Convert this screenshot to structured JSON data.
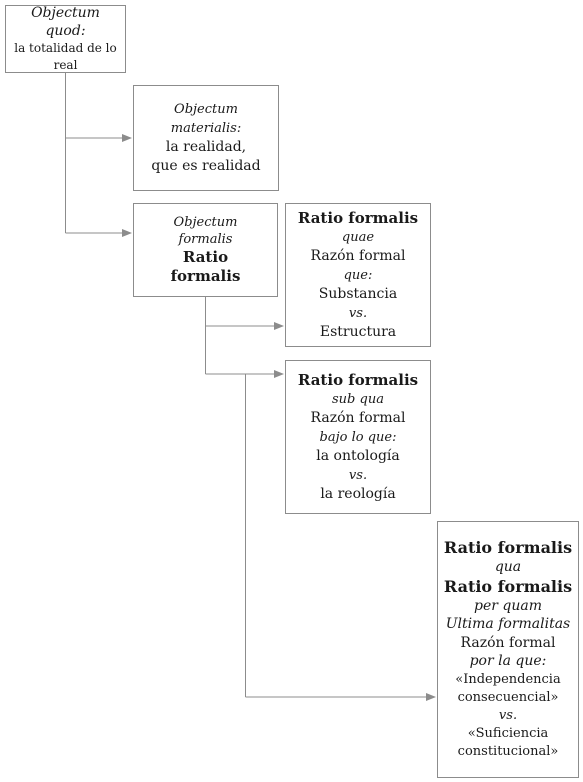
{
  "box1": {
    "title": "Objectum quod:",
    "line1": "la totalidad de lo",
    "line2": "real"
  },
  "box2": {
    "title1": "Objectum",
    "title2": "materialis:",
    "line1": "la realidad,",
    "line2": "que es realidad"
  },
  "box3": {
    "title1": "Objectum",
    "title2": "formalis",
    "bold1": "Ratio",
    "bold2": "formalis"
  },
  "box4": {
    "bold": "Ratio formalis",
    "sub": "quae",
    "line1": "Razón formal",
    "line2": "que:",
    "line3": "Substancia",
    "vs": "vs.",
    "line4": "Estructura"
  },
  "box5": {
    "bold": "Ratio formalis",
    "sub": "sub qua",
    "line1": "Razón formal",
    "line2": "bajo lo que:",
    "line3": "la ontología",
    "vs": "vs.",
    "line4": "la reología"
  },
  "box6": {
    "bold1": "Ratio formalis",
    "sub1": "qua",
    "bold2": "Ratio formalis",
    "sub2": "per quam",
    "sub3": "Ultima formalitas",
    "line1": "Razón formal",
    "line2": "por la que:",
    "line3": "«Independencia",
    "line4": "consecuencial»",
    "vs": "vs.",
    "line5": "«Suficiencia",
    "line6": "constitucional»"
  }
}
